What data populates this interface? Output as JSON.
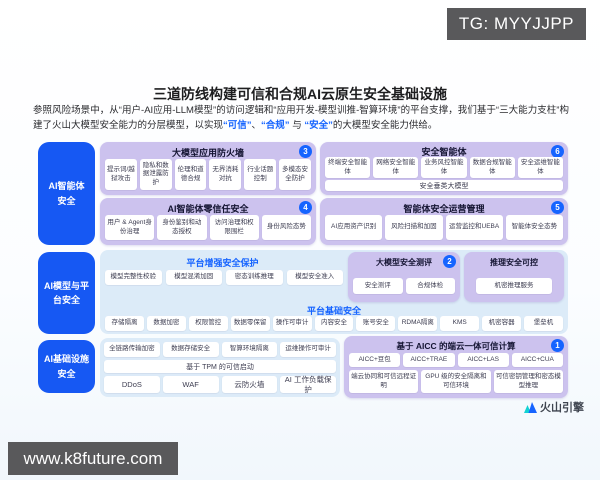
{
  "watermarks": {
    "tg": "TG: MYYJJPP",
    "site": "www.k8future.com"
  },
  "header": {
    "title": "三道防线构建可信和合规AI云原生安全基础设施",
    "intro_part1": "参照风险场景中，从“用户-AI应用-LLM模型”的访问逻辑和“应用开发-模型训推-智算环境”的平台支撑，我们基于“三大能力支柱”构建了火山大模型安全能力的分层模型，以实现",
    "hl1": "“可信”",
    "sep1": "、",
    "hl2": "“合规”",
    "sep2": " 与 ",
    "hl3": "“安全”",
    "intro_part2": "的大模型安全能力供给。"
  },
  "sidebar": {
    "items": [
      {
        "label": "AI智能体\n安全"
      },
      {
        "label": "AI模型与平\n台安全"
      },
      {
        "label": "AI基础设施\n安全"
      }
    ]
  },
  "sections": {
    "app_firewall": {
      "title": "大模型应用防火墙",
      "badge": "3",
      "items": [
        "提示词/越狱攻击",
        "隐私和数据泄露防护",
        "伦理和道德合规",
        "无界消耗对抗",
        "行业话题控制",
        "多模态安全防护"
      ]
    },
    "security_agents": {
      "title": "安全智能体",
      "badge": "6",
      "items": [
        "终端安全智能体",
        "网络安全智能体",
        "业务风控智能体",
        "数据合规智能体",
        "安全运维智能体"
      ],
      "wide": "安全垂类大模型"
    },
    "zero_trust": {
      "title": "AI智能体零信任安全",
      "badge": "4",
      "items": [
        "用户 & Agent身份治理",
        "身份鉴别和动态授权",
        "访问治理和权限围栏",
        "身份风险态势"
      ]
    },
    "agent_ops": {
      "title": "智能体安全运营管理",
      "badge": "5",
      "items": [
        "AI应用资产识别",
        "风险扫描和加固",
        "运营监控和UEBA",
        "智能体安全态势"
      ]
    },
    "platform_enhanced": {
      "title": "平台增强安全保护",
      "items": [
        "模型完整性校验",
        "模型混淆加固",
        "密态训练推理",
        "模型安全准入"
      ]
    },
    "model_eval": {
      "title": "大模型安全测评",
      "badge": "2",
      "items": [
        "安全测评",
        "合规体检"
      ]
    },
    "inference_control": {
      "title": "推理安全可控",
      "items": [
        "机密推理服务"
      ]
    },
    "platform_basic": {
      "title": "平台基础安全",
      "items": [
        "存储隔离",
        "数据加密",
        "权限管控",
        "数据零保留",
        "操作可审计",
        "内容安全",
        "账号安全",
        "RDMA隔离",
        "KMS",
        "机密容器",
        "堡垒机"
      ]
    },
    "infra": {
      "row1": [
        "全链路传输加密",
        "数据存储安全",
        "智算环境隔离",
        "运维操作可审计"
      ],
      "wide": "基于 TPM 的可信启动",
      "row2": [
        "DDoS",
        "WAF",
        "云防火墙",
        "AI 工作负载保护"
      ]
    },
    "aicc": {
      "title": "基于 AICC 的端云一体可信计算",
      "badge": "1",
      "row1": [
        "AICC+豆包",
        "AICC+TRAE",
        "AICC+LAS",
        "AICC+CUA"
      ],
      "row2": [
        "端云协同和可信远程证明",
        "GPU 级的安全隔离和可信环境",
        "可信密钥管理和密态模型推理"
      ]
    }
  },
  "footer": {
    "logo": "火山引擎"
  },
  "colors": {
    "primary_blue": "#1664ff",
    "panel_purple": "#ccc2ee",
    "panel_lightblue": "#dcebf8",
    "watermark_gray": "#59595b"
  }
}
